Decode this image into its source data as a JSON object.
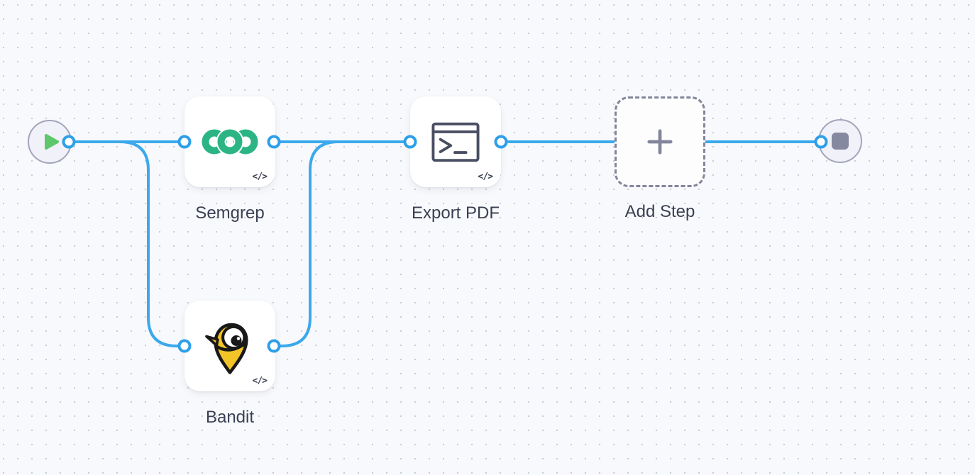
{
  "canvas": {
    "background": "#F8F9FC",
    "dot_color": "#C9CCD8",
    "edge_color": "#3BA9EC",
    "port_ring_color": "#2E9FE9",
    "code_badge": "</>"
  },
  "workflow": {
    "start": {
      "icon": "play-icon",
      "icon_color": "#5EC76C"
    },
    "end": {
      "icon": "stop-icon",
      "icon_color": "#8589A0"
    },
    "steps": [
      {
        "id": "semgrep",
        "label": "Semgrep",
        "icon": "semgrep-logo",
        "type": "code"
      },
      {
        "id": "bandit",
        "label": "Bandit",
        "icon": "bandit-logo",
        "type": "code"
      },
      {
        "id": "export-pdf",
        "label": "Export PDF",
        "icon": "terminal-icon",
        "type": "code"
      },
      {
        "id": "add-step",
        "label": "Add Step",
        "icon": "plus-icon",
        "type": "placeholder"
      }
    ],
    "connections": [
      {
        "from": "start",
        "to": "semgrep"
      },
      {
        "from": "start",
        "to": "bandit"
      },
      {
        "from": "semgrep",
        "to": "export-pdf"
      },
      {
        "from": "bandit",
        "to": "export-pdf"
      },
      {
        "from": "export-pdf",
        "to": "end"
      }
    ]
  }
}
